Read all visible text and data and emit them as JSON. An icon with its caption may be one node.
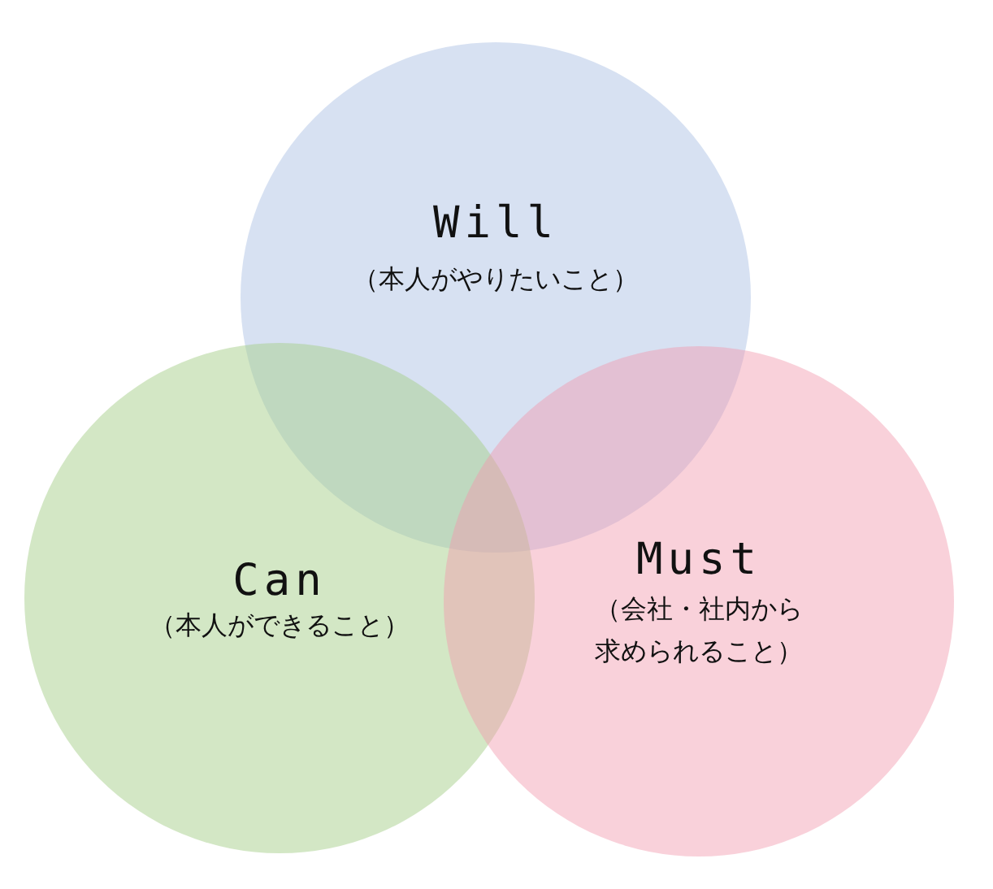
{
  "diagram": {
    "nodes": [
      {
        "text": [
          "Will",
          "（本人がやりたいこと）"
        ]
      },
      {
        "text": [
          "Can",
          "（本人ができること）"
        ]
      },
      {
        "text": [
          "Must",
          "（会社・社内から求められること）"
        ]
      }
    ]
  }
}
